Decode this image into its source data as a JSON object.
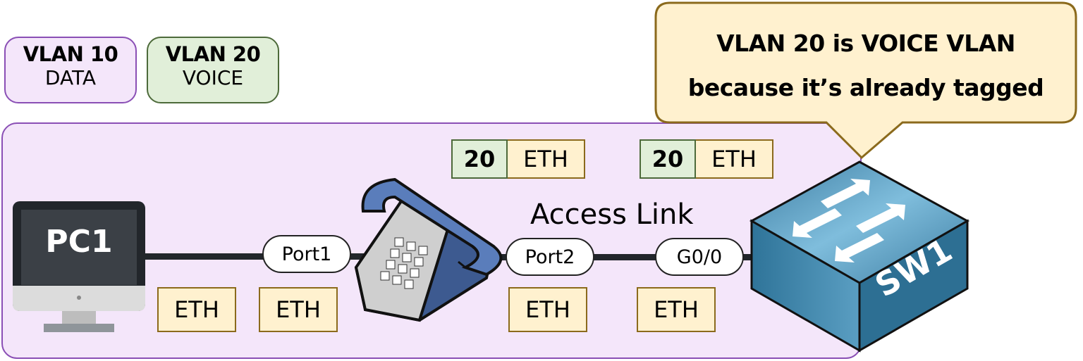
{
  "legend": [
    {
      "vlan": "VLAN 10",
      "role": "DATA",
      "color": "#f4e6fa"
    },
    {
      "vlan": "VLAN 20",
      "role": "VOICE",
      "color": "#e1efd9"
    }
  ],
  "callout": {
    "line1": "VLAN 20 is VOICE VLAN",
    "line2": "because it’s already tagged"
  },
  "devices": {
    "pc": "PC1",
    "phone": "IP phone",
    "switch": "SW1"
  },
  "ports": {
    "phone_pc_side": "Port1",
    "phone_switch_side": "Port2",
    "switch": "G0/0"
  },
  "link_label": "Access Link",
  "frames": {
    "pc_out": {
      "header": "ETH"
    },
    "port1_in": {
      "header": "ETH"
    },
    "port2_tagged": {
      "tag": "20",
      "header": "ETH"
    },
    "switch_tagged": {
      "tag": "20",
      "header": "ETH"
    },
    "port2_untagged": {
      "header": "ETH"
    },
    "switch_untagged": {
      "header": "ETH"
    }
  },
  "colors": {
    "data_vlan": "#f4e6fa",
    "voice_vlan": "#e1efd9",
    "eth_frame": "#fff1cf",
    "switch_blue": "#4a8fb5"
  }
}
